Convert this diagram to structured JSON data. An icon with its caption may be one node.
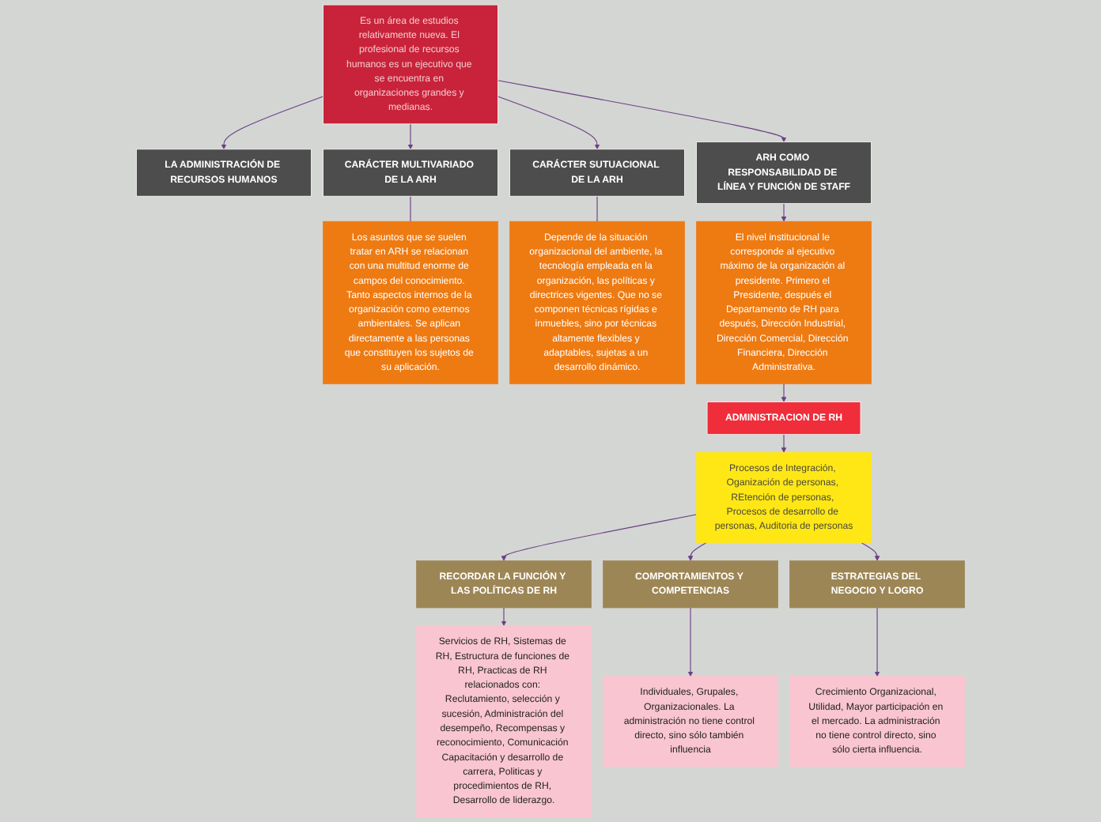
{
  "diagram": {
    "nodes": [
      {
        "text": [
          "LA ADMINISTRACIÓN DE RECURSOS HUMANOS"
        ]
      },
      {
        "text": [
          "Es un área de estudios relativamente nueva. El profesional de recursos humanos es un ejecutivo que se encuentra en organizaciones grandes y medianas."
        ]
      },
      {
        "text": [
          "CARÁCTER MULTIVARIADO DE LA ARH"
        ]
      },
      {
        "text": [
          "Los asuntos que se suelen tratar en ARH se relacionan con una multitud enorme de campos del conocimiento. Tanto aspectos internos de la organización como externos ambientales. Se aplican directamente a las personas que constituyen los sujetos de su aplicación."
        ]
      },
      {
        "text": [
          "CARÁCTER SUTUACIONAL DE LA ARH"
        ]
      },
      {
        "text": [
          "Depende de la situación organizacional del ambiente, la tecnología empleada en la organización, las políticas y directrices vigentes. Que no se componen técnicas rígidas e inmuebles, sino por técnicas altamente flexibles y adaptables, sujetas a un desarrollo dinámico."
        ]
      },
      {
        "text": [
          "ARH COMO RESPONSABILIDAD DE LÍNEA Y FUNCIÓN DE STAFF"
        ]
      },
      {
        "text": [
          "El nivel institucional le corresponde al ejecutivo máximo de la organización al presidente. Primero el Presidente, después el Departamento de RH para después, Dirección Industrial, Dirección Comercial, Dirección Financiera, Dirección Administrativa."
        ]
      },
      {
        "text": [
          "ADMINISTRACION DE RH"
        ]
      },
      {
        "text": [
          "Procesos de Integración, Oganización de personas, REtención de personas, Procesos de desarrollo de personas, Auditoria de personas"
        ]
      },
      {
        "text": [
          "RECORDAR LA FUNCIÓN Y LAS POLÍTICAS DE RH"
        ]
      },
      {
        "text": [
          "Servicios de RH, Sistemas de RH, Estructura de funciones de RH, Practicas de RH relacionados con: Reclutamiento, selección y sucesión, Administración del desempeño, Recompensas y reconocimiento, Comunicación Capacitación y desarrollo de carrera, Politicas y procedimientos de RH, Desarrollo de liderazgo."
        ]
      },
      {
        "text": [
          "COMPORTAMIENTOS Y COMPETENCIAS"
        ]
      },
      {
        "text": [
          "Individuales, Grupales, Organizacionales. La administración no tiene control directo, sino sólo también influencia"
        ]
      },
      {
        "text": [
          "ESTRATEGIAS DEL NEGOCIO Y LOGRO"
        ]
      },
      {
        "text": [
          "Crecimiento Organizacional, Utilidad, Mayor participación en el mercado. La administración no tiene control directo, sino sólo cierta influencia."
        ]
      }
    ],
    "edges": [
      {
        "from": 1,
        "to": 0,
        "arrow": "to"
      },
      {
        "from": 1,
        "to": 2,
        "arrow": "to"
      },
      {
        "from": 1,
        "to": 4,
        "arrow": "to"
      },
      {
        "from": 1,
        "to": 6,
        "arrow": "to"
      },
      {
        "from": 2,
        "to": 3,
        "arrow": "none"
      },
      {
        "from": 4,
        "to": 5,
        "arrow": "none"
      },
      {
        "from": 6,
        "to": 7,
        "arrow": "to"
      },
      {
        "from": 7,
        "to": 8,
        "arrow": "to"
      },
      {
        "from": 8,
        "to": 9,
        "arrow": "to"
      },
      {
        "from": 9,
        "to": 10,
        "arrow": "to"
      },
      {
        "from": 9,
        "to": 12,
        "arrow": "to"
      },
      {
        "from": 9,
        "to": 14,
        "arrow": "to"
      },
      {
        "from": 10,
        "to": 11,
        "arrow": "to"
      },
      {
        "from": 12,
        "to": 13,
        "arrow": "to"
      },
      {
        "from": 14,
        "to": 15,
        "arrow": "to"
      }
    ]
  }
}
